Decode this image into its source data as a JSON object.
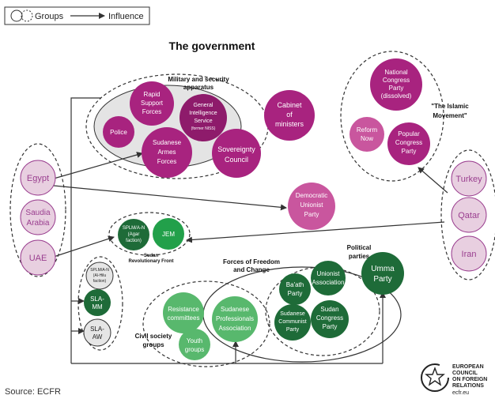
{
  "legend": {
    "groups_label": "Groups",
    "influence_label": "Influence"
  },
  "titles": {
    "government": "The government",
    "military": [
      "Military and security",
      "apparatus"
    ],
    "islamic": [
      "\"The Islamic",
      "Movement\""
    ],
    "srf": [
      "Sudan",
      "Revolutionary Front"
    ],
    "ffc": [
      "Forces of Freedom",
      "and Change"
    ],
    "political": [
      "Political",
      "parties"
    ],
    "civil": [
      "Civil society",
      "groups"
    ]
  },
  "nodes": {
    "rsf": [
      "Rapid",
      "Support",
      "Forces"
    ],
    "police": [
      "Police"
    ],
    "gis": [
      "General",
      "Intelligence",
      "Service",
      "(former NISS)"
    ],
    "saf": [
      "Sudanese",
      "Armes",
      "Forces"
    ],
    "cabinet": [
      "Cabinet",
      "of",
      "ministers"
    ],
    "sovereignty": [
      "Sovereignty",
      "Council"
    ],
    "ncp": [
      "National",
      "Congress",
      "Party",
      "(dissolved)"
    ],
    "reform": [
      "Reform",
      "Now"
    ],
    "popular": [
      "Popular",
      "Congress",
      "Party"
    ],
    "dup": [
      "Democratic",
      "Unionist",
      "Party"
    ],
    "egypt": [
      "Egypt"
    ],
    "saudi": [
      "Saudia",
      "Arabia"
    ],
    "uae": [
      "UAE"
    ],
    "turkey": [
      "Turkey"
    ],
    "qatar": [
      "Qatar"
    ],
    "iran": [
      "Iran"
    ],
    "splm_agar": [
      "SPLM/A-N",
      "(Agar",
      "faction)"
    ],
    "jem": [
      "JEM"
    ],
    "splm_hilu": [
      "SPLM/A-N",
      "(Al-Hilu",
      "faction)"
    ],
    "sla_mm": [
      "SLA-",
      "MM"
    ],
    "sla_aw": [
      "SLA-",
      "AW"
    ],
    "resistance": [
      "Resistance",
      "committees"
    ],
    "youth": [
      "Youth",
      "groups"
    ],
    "spa": [
      "Sudanese",
      "Professionals",
      "Association"
    ],
    "baath": [
      "Ba'ath",
      "Party"
    ],
    "unionist_assoc": [
      "Unionist",
      "Association"
    ],
    "scp": [
      "Sudanese",
      "Communist",
      "Party"
    ],
    "scongress": [
      "Sudan",
      "Congress",
      "Party"
    ],
    "umma": [
      "Umma",
      "Party"
    ]
  },
  "footer": {
    "source": "Source: ECFR",
    "org": [
      "EUROPEAN",
      "COUNCIL",
      "ON FOREIGN",
      "RELATIONS"
    ],
    "org_site": "ecfr.eu"
  },
  "colors": {
    "magenta": "#a8237f",
    "dark_magenta": "#8e1b6b",
    "light_magenta": "#c9569e",
    "pale_pink": "#e8cfe0",
    "grey_group": "#e4e4e4",
    "green_dark": "#1e6b38",
    "green_mid": "#22a04a",
    "green_light": "#58b86d",
    "grey_node": "#e6e6e6"
  }
}
